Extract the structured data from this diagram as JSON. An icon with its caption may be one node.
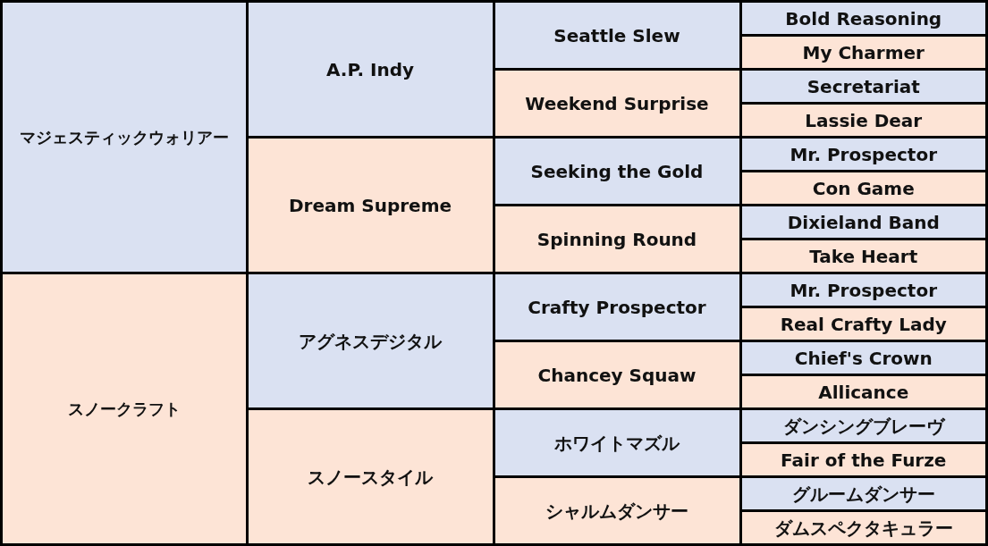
{
  "diagram": {
    "nodes": [
      {
        "text": [
          "マジェスティックウォリアー"
        ]
      },
      {
        "text": [
          "A.P. Indy"
        ]
      },
      {
        "text": [
          "Seattle Slew"
        ]
      },
      {
        "text": [
          "Bold Reasoning"
        ]
      },
      {
        "text": [
          "My Charmer"
        ]
      },
      {
        "text": [
          "Weekend Surprise"
        ]
      },
      {
        "text": [
          "Secretariat"
        ]
      },
      {
        "text": [
          "Lassie Dear"
        ]
      },
      {
        "text": [
          "Dream Supreme"
        ]
      },
      {
        "text": [
          "Seeking the Gold"
        ]
      },
      {
        "text": [
          "Mr. Prospector"
        ]
      },
      {
        "text": [
          "Con Game"
        ]
      },
      {
        "text": [
          "Spinning Round"
        ]
      },
      {
        "text": [
          "Dixieland Band"
        ]
      },
      {
        "text": [
          "Take Heart"
        ]
      },
      {
        "text": [
          "スノークラフト"
        ]
      },
      {
        "text": [
          "アグネスデジタル"
        ]
      },
      {
        "text": [
          "Crafty Prospector"
        ]
      },
      {
        "text": [
          "Mr. Prospector"
        ]
      },
      {
        "text": [
          "Real Crafty Lady"
        ]
      },
      {
        "text": [
          "Chancey Squaw"
        ]
      },
      {
        "text": [
          "Chief's Crown"
        ]
      },
      {
        "text": [
          "Allicance"
        ]
      },
      {
        "text": [
          "スノースタイル"
        ]
      },
      {
        "text": [
          "ホワイトマズル"
        ]
      },
      {
        "text": [
          "ダンシングブレーヴ"
        ]
      },
      {
        "text": [
          "Fair of the Furze"
        ]
      },
      {
        "text": [
          "シャルムダンサー"
        ]
      },
      {
        "text": [
          "グルームダンサー"
        ]
      },
      {
        "text": [
          "ダムスペクタキュラー"
        ]
      }
    ]
  }
}
